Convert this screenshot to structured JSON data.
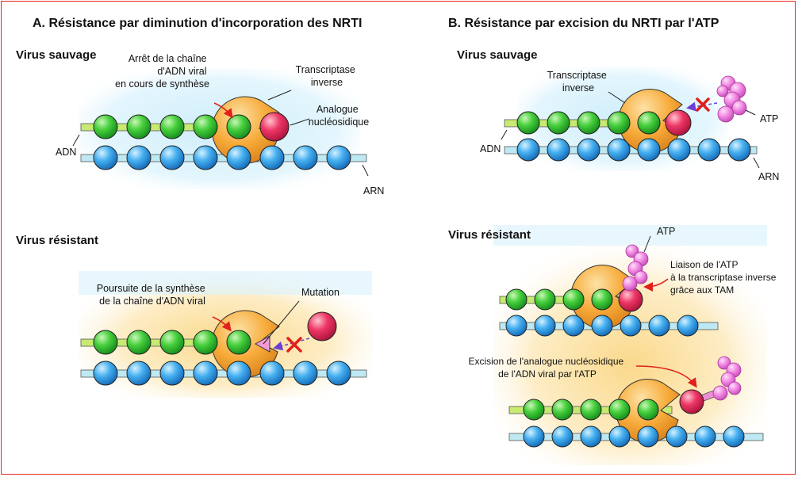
{
  "panel_a": {
    "title": "A. Résistance par diminution d'incorporation des NRTI",
    "wild": {
      "heading": "Virus sauvage",
      "chain_stop": [
        "Arrêt de la chaîne",
        "d'ADN viral",
        "en cours de synthèse"
      ],
      "rt": [
        "Transcriptase",
        "inverse"
      ],
      "analog": [
        "Analogue",
        "nucléosidique"
      ],
      "dna": "ADN",
      "rna": "ARN"
    },
    "resistant": {
      "heading": "Virus résistant",
      "continue": [
        "Poursuite de la synthèse",
        "de la chaîne d'ADN viral"
      ],
      "mutation": "Mutation"
    }
  },
  "panel_b": {
    "title": "B. Résistance par excision du NRTI par l'ATP",
    "wild": {
      "heading": "Virus sauvage",
      "rt": [
        "Transcriptase",
        "inverse"
      ],
      "atp": "ATP",
      "dna": "ADN",
      "rna": "ARN"
    },
    "resistant": {
      "heading": "Virus résistant",
      "atp": "ATP",
      "binding": [
        "Liaison de l'ATP",
        "à la transcriptase inverse",
        "grâce aux TAM"
      ],
      "excision": [
        "Excision de l'analogue nucléosidique",
        "de l'ADN viral par l'ATP"
      ]
    }
  },
  "colors": {
    "frame": "#e8281f",
    "dna_green": "#3fc43a",
    "rna_blue": "#3aa6ea",
    "enzyme_orange": "#f5a531",
    "analog_red": "#ec2a5c",
    "atp_pink": "#f07adf",
    "mutation_pink": "#f29ad8",
    "arrow_red": "#e0201c",
    "arrow_purple": "#6b3fd3"
  },
  "icons": [
    "cross-icon",
    "atp-molecule-icon",
    "enzyme-icon"
  ]
}
